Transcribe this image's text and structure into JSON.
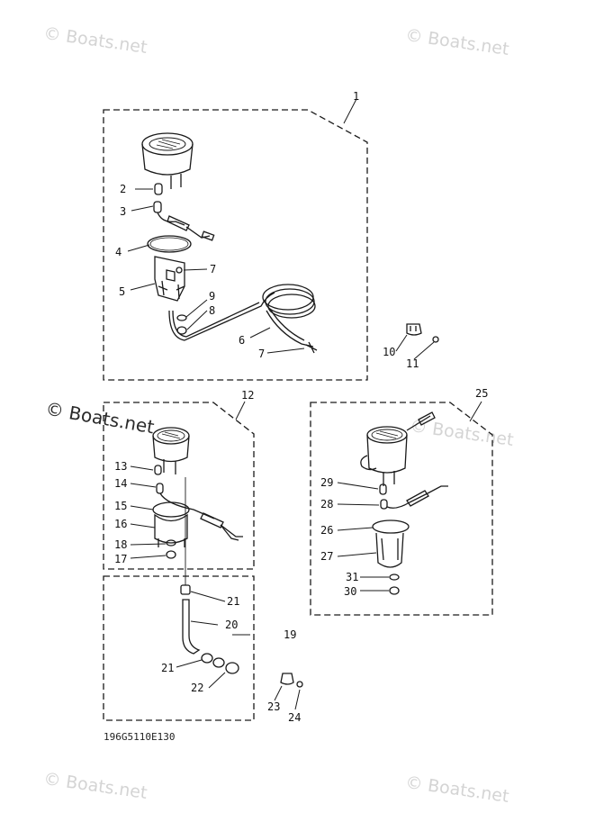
{
  "watermarks": {
    "top_left": "© Boats.net",
    "top_right": "© Boats.net",
    "mid_left": "© Boats.net",
    "mid_right": "© Boats.net",
    "bottom_left": "© Boats.net",
    "bottom_right": "© Boats.net"
  },
  "diagram_code": "196G5110E130",
  "callouts": {
    "c1": "1",
    "c2": "2",
    "c3": "3",
    "c4": "4",
    "c5": "5",
    "c6": "6",
    "c7a": "7",
    "c7b": "7",
    "c8": "8",
    "c9": "9",
    "c10": "10",
    "c11": "11",
    "c12": "12",
    "c13": "13",
    "c14": "14",
    "c15": "15",
    "c16": "16",
    "c17": "17",
    "c18": "18",
    "c19": "19",
    "c20": "20",
    "c21a": "21",
    "c21b": "21",
    "c22": "22",
    "c23": "23",
    "c24": "24",
    "c25": "25",
    "c26": "26",
    "c27": "27",
    "c28": "28",
    "c29": "29",
    "c30": "30",
    "c31": "31"
  },
  "colors": {
    "line": "#1a1a1a",
    "watermark": "#d4d4d4",
    "background": "#ffffff"
  }
}
